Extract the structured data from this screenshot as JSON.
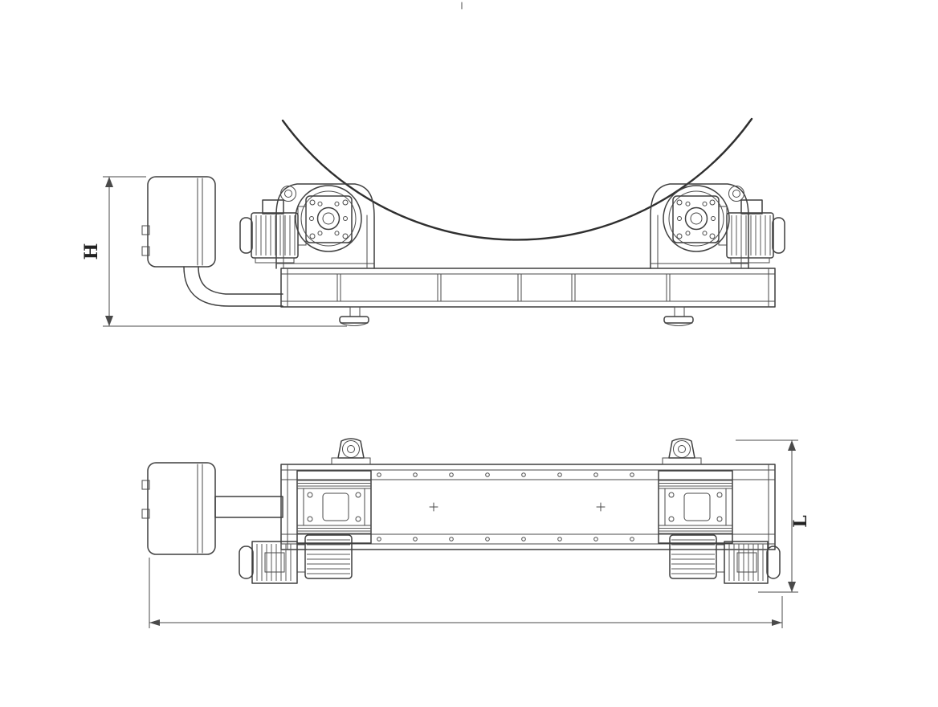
{
  "labels": {
    "height_dimension": "H",
    "length_dimension": "L"
  },
  "colors": {
    "line": "#3f3f3f",
    "dimension": "#4a4a4a",
    "background": "#ffffff"
  },
  "views": {
    "top": "front-elevation-of-rotator-with-vessel",
    "bottom": "plan-view-of-rotator"
  }
}
